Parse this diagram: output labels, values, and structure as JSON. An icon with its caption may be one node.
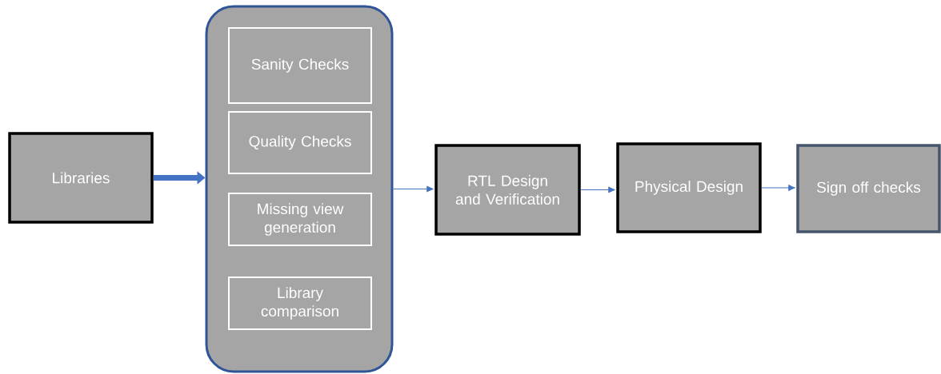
{
  "diagram": {
    "nodes": [
      {
        "text": [
          "Libraries"
        ]
      },
      {
        "text": [],
        "shape": "box"
      },
      {
        "text": [
          "Sanity Checks"
        ],
        "in": 1
      },
      {
        "text": [
          "Quality Checks"
        ],
        "in": 1
      },
      {
        "text": [
          "Missing view generation"
        ],
        "in": 1
      },
      {
        "text": [
          "Library comparison"
        ],
        "in": 1
      },
      {
        "text": [
          "RTL Design and Verification"
        ]
      },
      {
        "text": [
          "Physical Design"
        ]
      },
      {
        "text": [
          "Sign off checks"
        ]
      }
    ],
    "edges": [
      {
        "from": 0,
        "to": 1,
        "arrow": "to",
        "style": "thick"
      },
      {
        "from": 1,
        "to": 6,
        "arrow": "to"
      },
      {
        "from": 6,
        "to": 7,
        "arrow": "to"
      },
      {
        "from": 7,
        "to": 8,
        "arrow": "to"
      }
    ]
  }
}
